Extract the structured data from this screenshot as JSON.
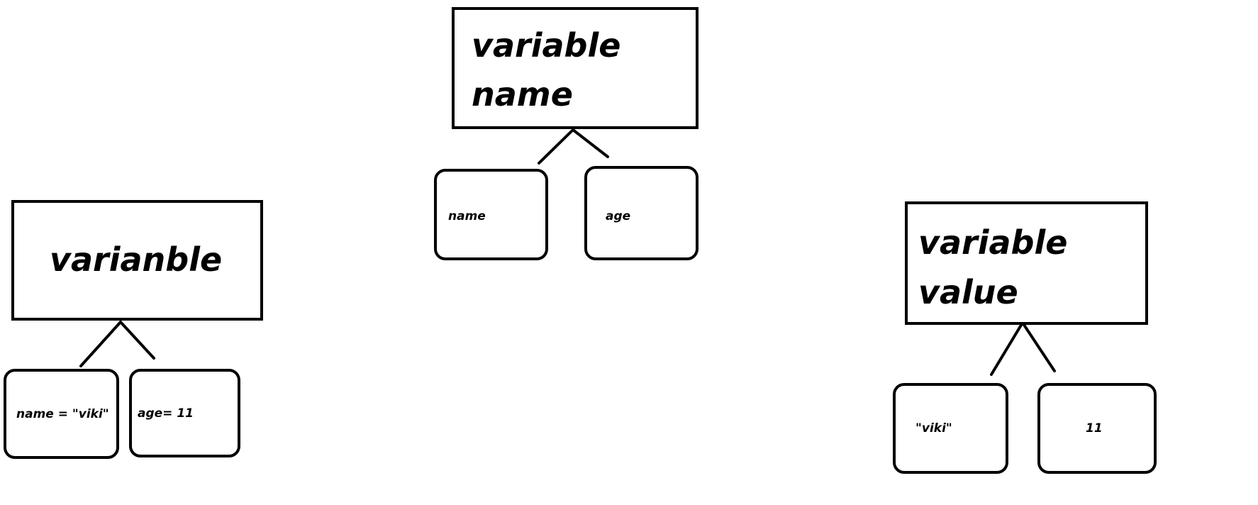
{
  "diagram": {
    "variable_group": {
      "title": "varianble",
      "children": [
        "name = \"viki\"",
        "age= 11"
      ]
    },
    "name_group": {
      "title_line1": "variable",
      "title_line2": "name",
      "children": [
        "name",
        "age"
      ]
    },
    "value_group": {
      "title_line1": "variable",
      "title_line2": "value",
      "children": [
        "\"viki\"",
        "11"
      ]
    }
  },
  "colors": {
    "stroke": "#000000",
    "background": "#ffffff"
  }
}
